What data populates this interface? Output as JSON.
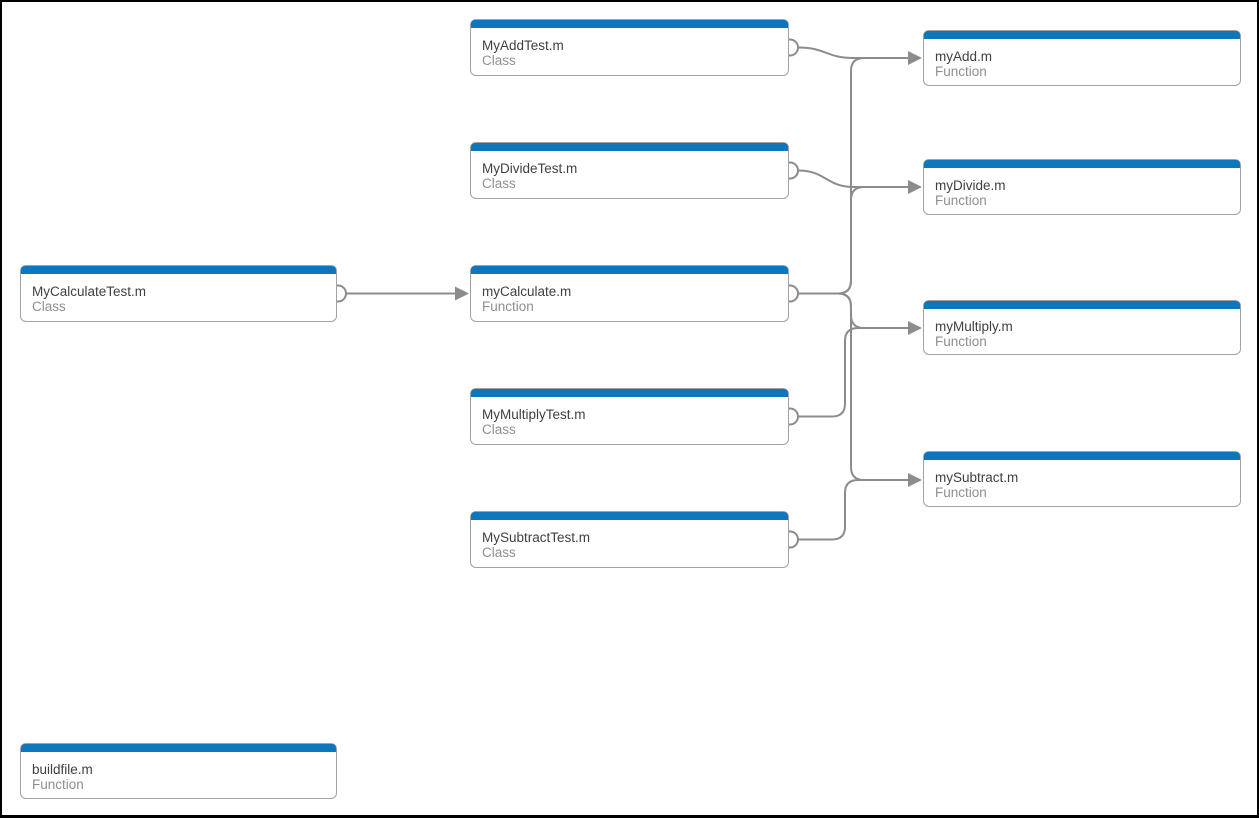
{
  "diagram": {
    "kind": "dependency-graph",
    "nodes": [
      {
        "title": "MyCalculateTest.m",
        "subtitle": "Class"
      },
      {
        "title": "buildfile.m",
        "subtitle": "Function"
      },
      {
        "title": "MyAddTest.m",
        "subtitle": "Class"
      },
      {
        "title": "MyDivideTest.m",
        "subtitle": "Class"
      },
      {
        "title": "myCalculate.m",
        "subtitle": "Function"
      },
      {
        "title": "MyMultiplyTest.m",
        "subtitle": "Class"
      },
      {
        "title": "MySubtractTest.m",
        "subtitle": "Class"
      },
      {
        "title": "myAdd.m",
        "subtitle": "Function"
      },
      {
        "title": "myDivide.m",
        "subtitle": "Function"
      },
      {
        "title": "myMultiply.m",
        "subtitle": "Function"
      },
      {
        "title": "mySubtract.m",
        "subtitle": "Function"
      }
    ],
    "edges": [
      {
        "from": "MyCalculateTest.m",
        "to": "myCalculate.m"
      },
      {
        "from": "MyAddTest.m",
        "to": "myAdd.m"
      },
      {
        "from": "MyDivideTest.m",
        "to": "myDivide.m"
      },
      {
        "from": "MyMultiplyTest.m",
        "to": "myMultiply.m"
      },
      {
        "from": "MySubtractTest.m",
        "to": "mySubtract.m"
      },
      {
        "from": "myCalculate.m",
        "to": "myAdd.m"
      },
      {
        "from": "myCalculate.m",
        "to": "myDivide.m"
      },
      {
        "from": "myCalculate.m",
        "to": "myMultiply.m"
      },
      {
        "from": "myCalculate.m",
        "to": "mySubtract.m"
      }
    ],
    "colors": {
      "header_blue": "#0e76bd",
      "edge_gray": "#8c8c8c",
      "node_border": "#a2a2a2",
      "title_text": "#404040",
      "subtitle_text": "#8f8f8f"
    }
  }
}
